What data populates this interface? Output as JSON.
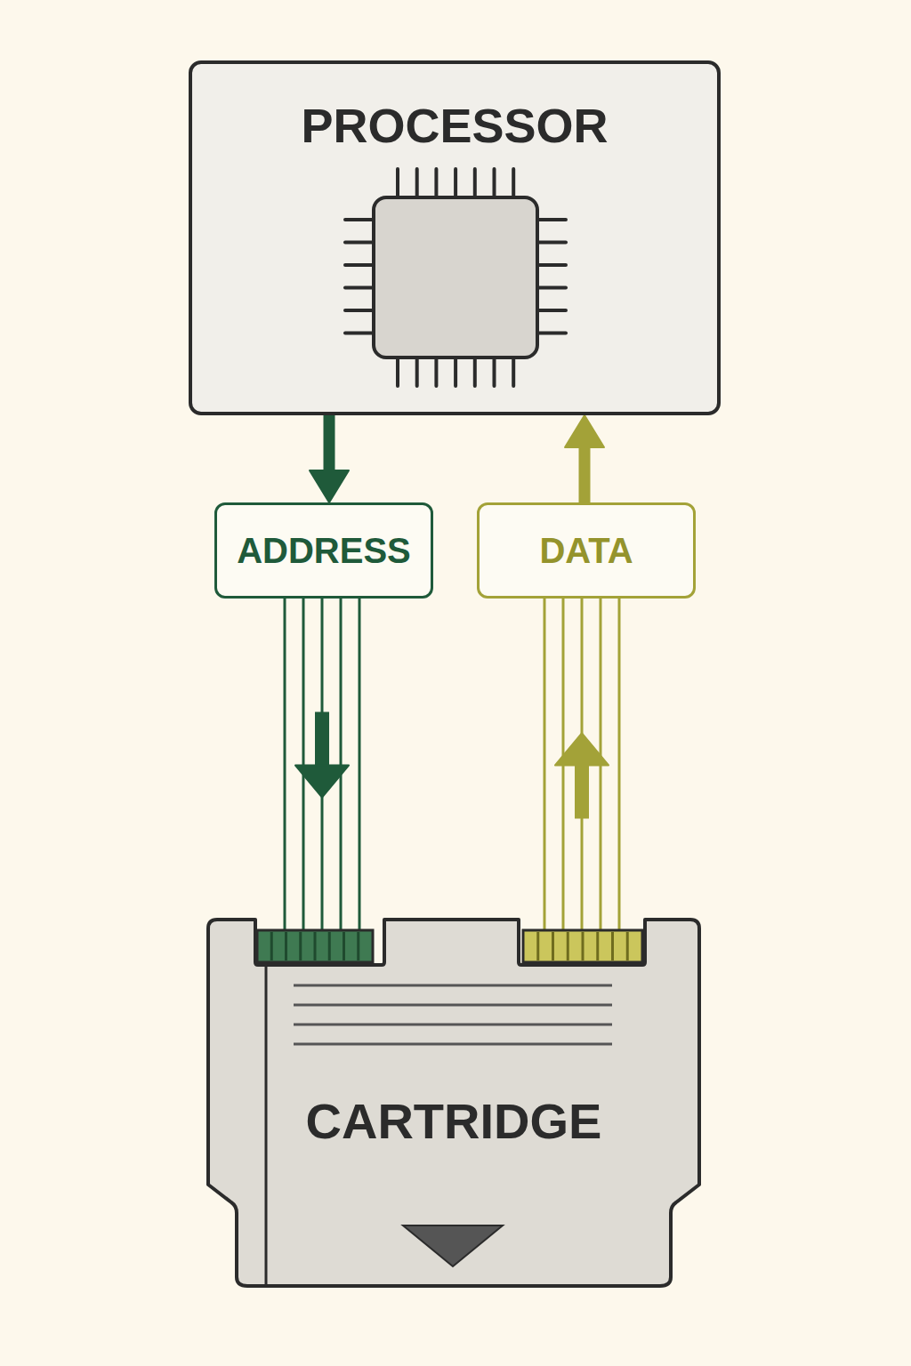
{
  "diagram": {
    "nodes": [
      {
        "text": [
          "PROCESSOR"
        ]
      },
      {
        "text": [
          "ADDRESS"
        ]
      },
      {
        "text": [
          "DATA"
        ]
      },
      {
        "text": [
          "CARTRIDGE"
        ]
      }
    ],
    "edges": [
      {
        "from": 0,
        "to": 1,
        "arrow": "to"
      },
      {
        "from": 1,
        "to": 3,
        "arrow": "to"
      },
      {
        "from": 3,
        "to": 2,
        "arrow": "to"
      },
      {
        "from": 2,
        "to": 0,
        "arrow": "to"
      }
    ]
  }
}
